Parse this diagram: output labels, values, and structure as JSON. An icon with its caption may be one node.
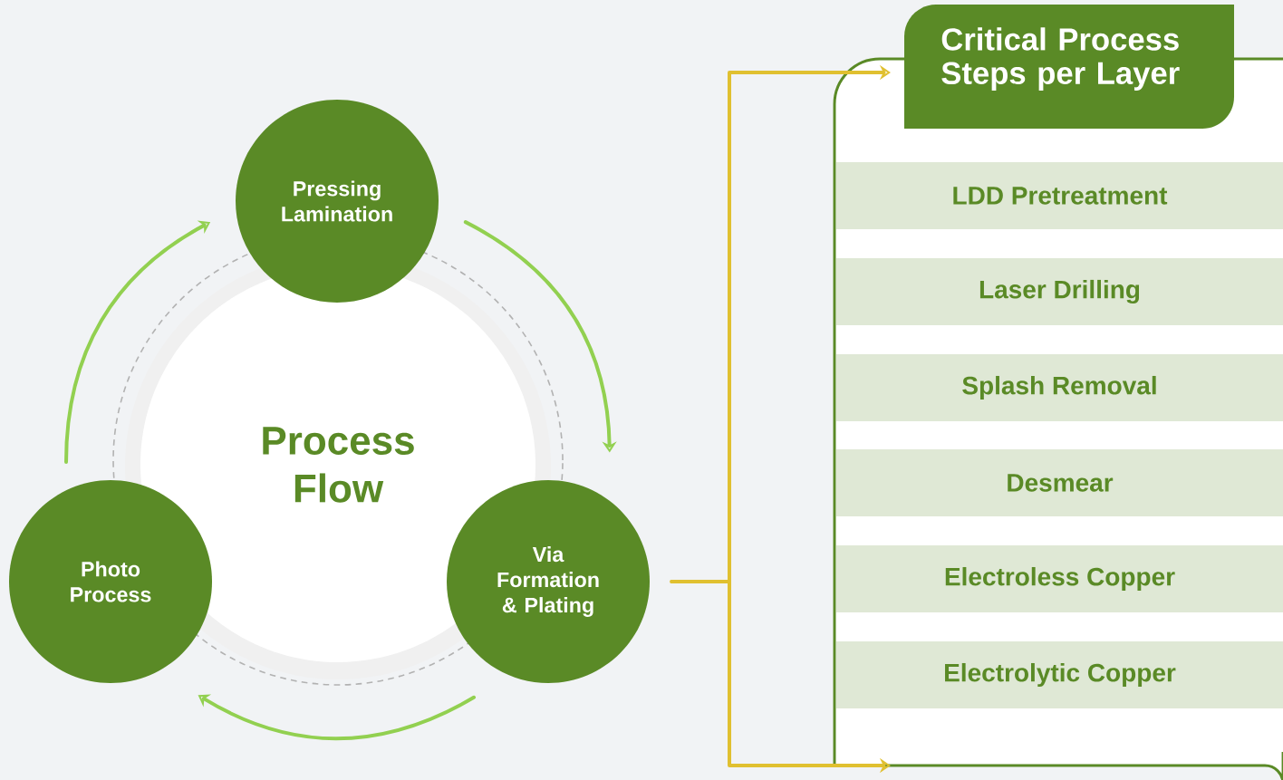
{
  "diagram": {
    "nodes": [
      {
        "text": [
          "Process Flow"
        ]
      },
      {
        "text": [
          "Pressing Lamination"
        ]
      },
      {
        "text": [
          "Via Formation & Plating"
        ]
      },
      {
        "text": [
          "Photo Process"
        ]
      },
      {
        "text": [
          "Critical Process Steps per Layer"
        ]
      },
      {
        "text": [
          "LDD Pretreatment"
        ],
        "in": 4
      },
      {
        "text": [
          "Laser Drilling"
        ],
        "in": 4
      },
      {
        "text": [
          "Splash Removal"
        ],
        "in": 4
      },
      {
        "text": [
          "Desmear"
        ],
        "in": 4
      },
      {
        "text": [
          "Electroless Copper"
        ],
        "in": 4
      },
      {
        "text": [
          "Electrolytic Copper"
        ],
        "in": 4
      }
    ],
    "edges": [
      {
        "from": 1,
        "to": 2,
        "arrow": "to"
      },
      {
        "from": 2,
        "to": 3,
        "arrow": "to"
      },
      {
        "from": 3,
        "to": 1,
        "arrow": "to"
      },
      {
        "from": 2,
        "to": 4,
        "arrow": "to",
        "color": "#e0c030"
      },
      {
        "from": 2,
        "to": 4,
        "arrow": "to",
        "color": "#e0c030"
      }
    ]
  }
}
